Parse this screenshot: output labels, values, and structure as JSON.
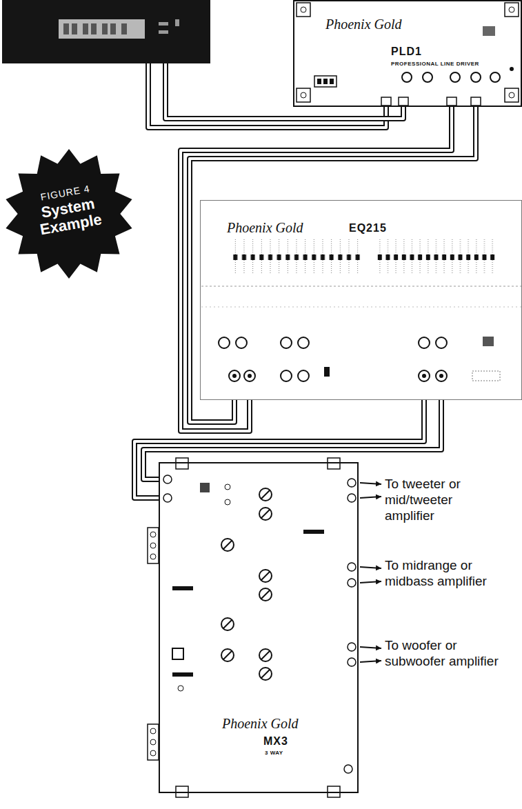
{
  "diagram": {
    "nodes": [
      {
        "text": [
          "Phoenix Gold",
          "PLD1",
          "PROFESSIONAL LINE DRIVER"
        ]
      },
      {
        "text": [
          "FIGURE 4",
          "System Example"
        ]
      },
      {
        "text": [
          "Phoenix Gold",
          "EQ215"
        ]
      },
      {
        "text": [
          "Phoenix Gold",
          "MX3",
          "3 WAY"
        ]
      }
    ],
    "edges": [
      {
        "from": 0,
        "to": 2,
        "arrow": "none"
      },
      {
        "from": 0,
        "to": 2,
        "arrow": "none"
      },
      {
        "from": 2,
        "to": 3,
        "arrow": "none"
      },
      {
        "from": 2,
        "to": 3,
        "arrow": "none"
      }
    ],
    "labels": [
      "To tweeter or mid/tweeter amplifier",
      "To midrange or midbass amplifier",
      "To woofer or subwoofer amplifier"
    ]
  }
}
